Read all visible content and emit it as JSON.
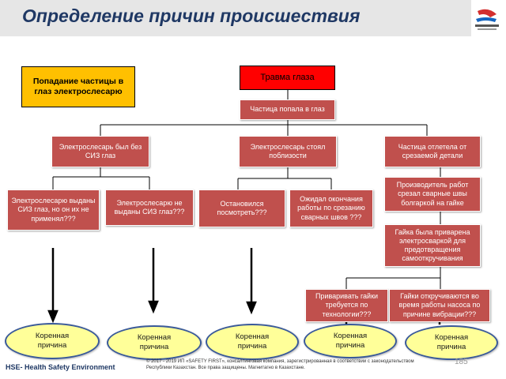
{
  "title": "Определение причин происшествия",
  "boxes": {
    "summary": "Попадание частицы в глаз электрослесарю",
    "event": "Травма глаза",
    "particle": "Частица попала в глаз",
    "branch_no_ppe": "Электрослесарь был без СИЗ глаз",
    "branch_nearby": "Электрослесарь стоял поблизости",
    "branch_detail": "Частица отлетела от срезаемой детали",
    "ppe_not_used": "Электрослесарю выданы СИЗ глаз, но он их не применял???",
    "ppe_not_issued": "Электрослесарю не выданы СИЗ глаз???",
    "stopped_to_look": "Остановился посмотреть???",
    "waiting_end": "Ожидал окончания работы по срезанию сварных швов ???",
    "foreman_cut": "Производитель работ срезал сварные швы болгаркой на гайке",
    "nut_welded": "Гайка была приварена электросваркой для предотвращения самооткручивания",
    "tech_weld": "Приваривать гайки требуется по технологии???",
    "vibration": "Гайки откручиваются во время работы насоса по причине вибрации???"
  },
  "root_causes": [
    "Коренная причина",
    "Коренная причина",
    "Коренная причина",
    "Коренная причина",
    "Коренная причина"
  ],
  "footer": {
    "left": "HSE- Health Safety Environment",
    "copyright": "© 2017 - 2019 ИП «SAFETY FIRST», консалтинговая компания, зарегистрированная в соответствии с законодательством Республики Казахстан. Все права защищены. Магнитагно в Казахстане.",
    "page_number": "185"
  },
  "colors": {
    "box_red": "#c0504d",
    "box_yellow": "#ffc000",
    "box_bright_red": "#ff0000",
    "ellipse_fill": "#ffff99",
    "title_blue": "#1f3864"
  },
  "icons": {
    "logo": "safety-first-logo"
  }
}
